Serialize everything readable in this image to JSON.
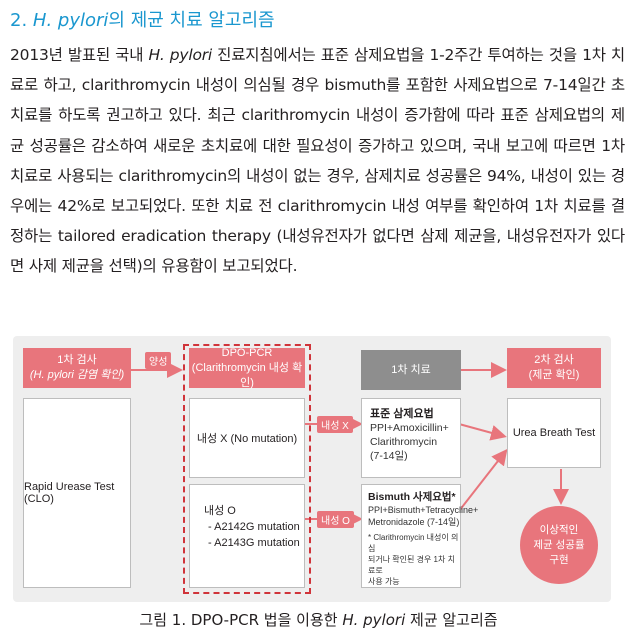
{
  "heading": {
    "number": "2.",
    "italic": "H. pylori",
    "rest": "의 제균 치료 알고리즘"
  },
  "paragraph": {
    "s1": "2013년 발표된 국내 ",
    "s1_italic": "H. pylori",
    "s2": " 진료지침에서는 표준 삼제요법을 1-2주간 투여하는 것을 1차 치료로 하고, clarithromycin 내성이 의심될 경우 bismuth를 포함한 사제요법으로 7-14일간 초치료를 하도록 권고하고 있다. 최근 clarithromycin 내성이 증가함에 따라 표준 삼제요법의 제균 성공률은 감소하여 새로운 초치료에 대한 필요성이 증가하고 있으며, 국내 보고에 따르면 1차 치료로 사용되는 clarithromycin의 내성이 없는 경우, 삼제치료 성공률은 94%, 내성이 있는 경우에는 42%로 보고되었다. 또한 치료 전 clarithromycin 내성 여부를 확인하여 1차 치료를 결정하는 tailored eradication therapy (내성유전자가 없다면 삼제 제균을, 내성유전자가 있다면 사제 제균을 선택)의 유용함이 보고되었다."
  },
  "figure": {
    "first_test_header": "1차 검사",
    "first_test_sub": "(H. pylori 감염 확인)",
    "positive_tag": "양성",
    "dpo_header": "DPO-PCR",
    "dpo_sub": "(Clarithromycin 내성 확인)",
    "rut_box": "Rapid Urease Test (CLO)",
    "no_mut_title": "내성 X (No mutation)",
    "mut_title": "내성 O",
    "mut_item1": "- A2142G mutation",
    "mut_item2": "- A2143G mutation",
    "resist_x_tag": "내성 X",
    "resist_o_tag": "내성 O",
    "first_tx_header": "1차 치료",
    "triple_title": "표준 삼제요법",
    "triple_line1": "PPI+Amoxicillin+",
    "triple_line2": "Clarithromycin",
    "triple_line3": "(7-14일)",
    "quad_title": "Bismuth 사제요법*",
    "quad_line1": "PPI+Bismuth+Tetracycline+",
    "quad_line2": "Metronidazole (7-14일)",
    "quad_note1": "* Clarithromycin 내성이 의심",
    "quad_note2": "되거나 확인된 경우 1차 치료로",
    "quad_note3": "사용 가능",
    "second_test_header": "2차 검사",
    "second_test_sub": "(제균 확인)",
    "ubt_box": "Urea Breath Test",
    "circle_line1": "이상적인",
    "circle_line2": "제균 성공률",
    "circle_line3": "구현"
  },
  "caption": {
    "pre": "그림 1. DPO-PCR 법을 이용한 ",
    "italic": "H. pylori",
    "post": " 제균 알고리즘"
  },
  "colors": {
    "heading": "#1a97cf",
    "accent": "#e8757c",
    "gray": "#8e8e8e",
    "dashed": "#d0343a"
  }
}
